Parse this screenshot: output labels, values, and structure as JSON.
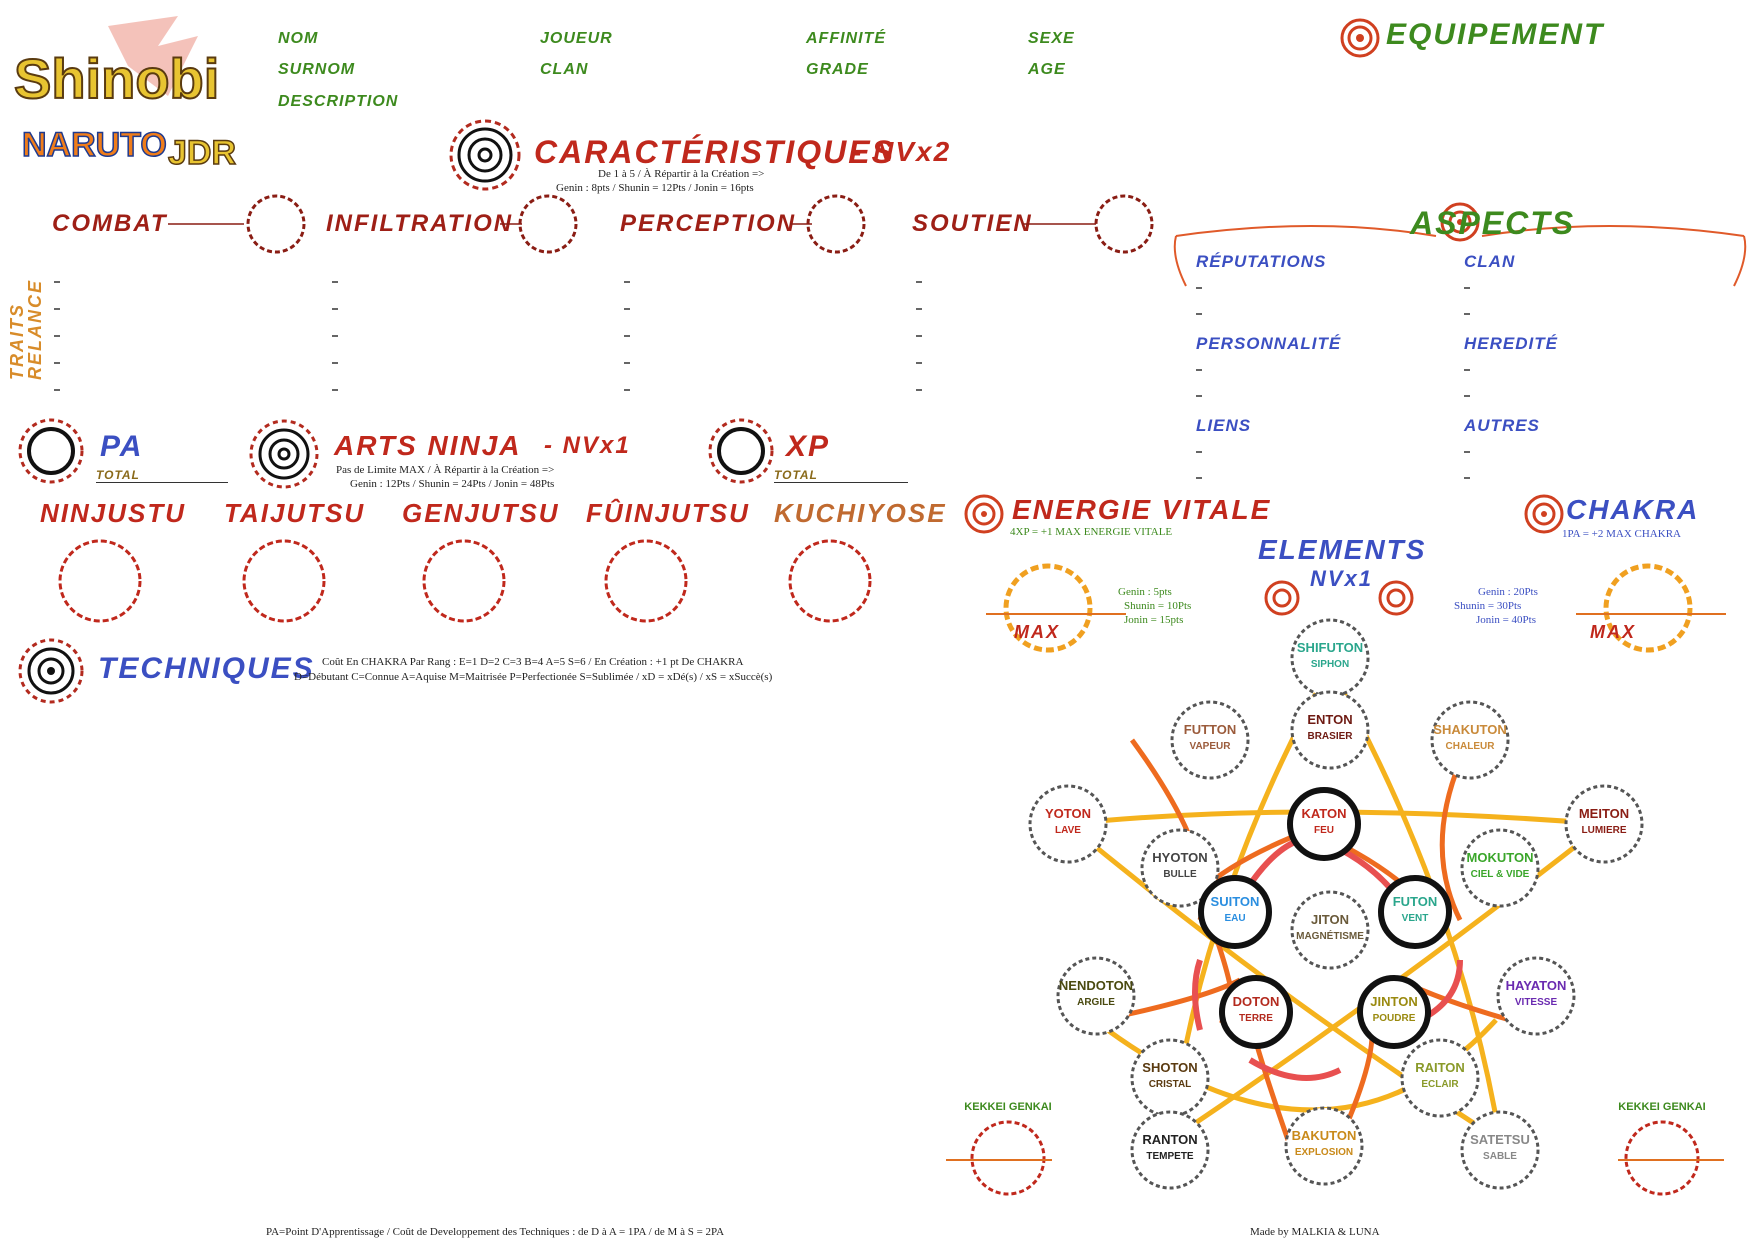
{
  "logo": {
    "line1": "Shinobi",
    "line2": "NARUTO",
    "line3": "JDR"
  },
  "identity": {
    "nom": "NOM",
    "surnom": "SURNOM",
    "description": "DESCRIPTION",
    "joueur": "JOUEUR",
    "clan": "CLAN",
    "affinite": "AFFINITÉ",
    "grade": "GRADE",
    "sexe": "SEXE",
    "age": "AGE"
  },
  "equipement": {
    "title": "EQUIPEMENT"
  },
  "caracteristiques": {
    "title": "CARACTÉRISTIQUES",
    "suffix": "- NVx2",
    "note1": "De 1 à 5 / À Répartir à la Création =>",
    "note2": "Genin : 8pts / Shunin = 12Pts / Jonin = 16pts",
    "columns": [
      "COMBAT",
      "INFILTRATION",
      "PERCEPTION",
      "SOUTIEN"
    ]
  },
  "traits_label": {
    "line1": "TRAITS",
    "line2": "RELANCE"
  },
  "aspects": {
    "title": "ASPECTS",
    "reputations": "RÉPUTATIONS",
    "clan": "CLAN",
    "personnalite": "PERSONNALITÉ",
    "heredite": "HEREDITÉ",
    "liens": "LIENS",
    "autres": "AUTRES"
  },
  "pa": {
    "title": "PA",
    "total": "TOTAL"
  },
  "xp": {
    "title": "XP",
    "total": "TOTAL"
  },
  "arts": {
    "title": "ARTS NINJA",
    "suffix": "- NVx1",
    "note1": "Pas de Limite MAX / À Répartir à la Création =>",
    "note2": "Genin : 12Pts / Shunin = 24Pts / Jonin = 48Pts",
    "items": [
      "NINJUSTU",
      "TAIJUTSU",
      "GENJUTSU",
      "FÛINJUTSU",
      "KUCHIYOSE"
    ]
  },
  "energie": {
    "title": "ENERGIE VITALE",
    "note": "4XP = +1 MAX ENERGIE VITALE",
    "max": "MAX",
    "genin": "Genin : 5pts",
    "shunin": "Shunin = 10Pts",
    "jonin": "Jonin = 15pts"
  },
  "chakra": {
    "title": "CHAKRA",
    "note": "1PA = +2 MAX CHAKRA",
    "max": "MAX",
    "genin": "Genin : 20Pts",
    "shunin": "Shunin = 30Pts",
    "jonin": "Jonin = 40Pts"
  },
  "elements": {
    "title": "ELEMENTS",
    "suffix": "NVx1",
    "kekkei_left": "KEKKEI GENKAI",
    "kekkei_right": "KEKKEI GENKAI",
    "nodes": [
      {
        "name": "SHIFUTON",
        "sub": "SIPHON"
      },
      {
        "name": "FUTTON",
        "sub": "VAPEUR"
      },
      {
        "name": "ENTON",
        "sub": "BRASIER"
      },
      {
        "name": "SHAKUTON",
        "sub": "CHALEUR"
      },
      {
        "name": "YOTON",
        "sub": "LAVE"
      },
      {
        "name": "KATON",
        "sub": "FEU"
      },
      {
        "name": "MEITON",
        "sub": "LUMIERE"
      },
      {
        "name": "HYOTON",
        "sub": "BULLE"
      },
      {
        "name": "MOKUTON",
        "sub": "CIEL & VIDE"
      },
      {
        "name": "SUITON",
        "sub": "EAU"
      },
      {
        "name": "JITON",
        "sub": "MAGNÉTISME"
      },
      {
        "name": "FUTON",
        "sub": "VENT"
      },
      {
        "name": "NENDOTON",
        "sub": "ARGILE"
      },
      {
        "name": "DOTON",
        "sub": "TERRE"
      },
      {
        "name": "JINTON",
        "sub": "POUDRE"
      },
      {
        "name": "HAYATON",
        "sub": "VITESSE"
      },
      {
        "name": "SHOTON",
        "sub": "CRISTAL"
      },
      {
        "name": "RAITON",
        "sub": "ECLAIR"
      },
      {
        "name": "RANTON",
        "sub": "TEMPETE"
      },
      {
        "name": "BAKUTON",
        "sub": "EXPLOSION"
      },
      {
        "name": "SATETSU",
        "sub": "SABLE"
      }
    ]
  },
  "techniques": {
    "title": "TECHNIQUES",
    "note1": "Coût En CHAKRA Par Rang : E=1 D=2 C=3 B=4 A=5 S=6 / En Création : +1 pt De CHAKRA",
    "note2": "D=Débutant C=Connue A=Aquise M=Maitrisée P=Perfectionée S=Sublimée / xD = xDé(s) / xS = xSuccè(s)"
  },
  "footer": {
    "left": "PA=Point D'Apprentissage / Coût de Developpement des Techniques : de D à A = 1PA / de M à S = 2PA",
    "right": "Made by MALKIA & LUNA"
  }
}
